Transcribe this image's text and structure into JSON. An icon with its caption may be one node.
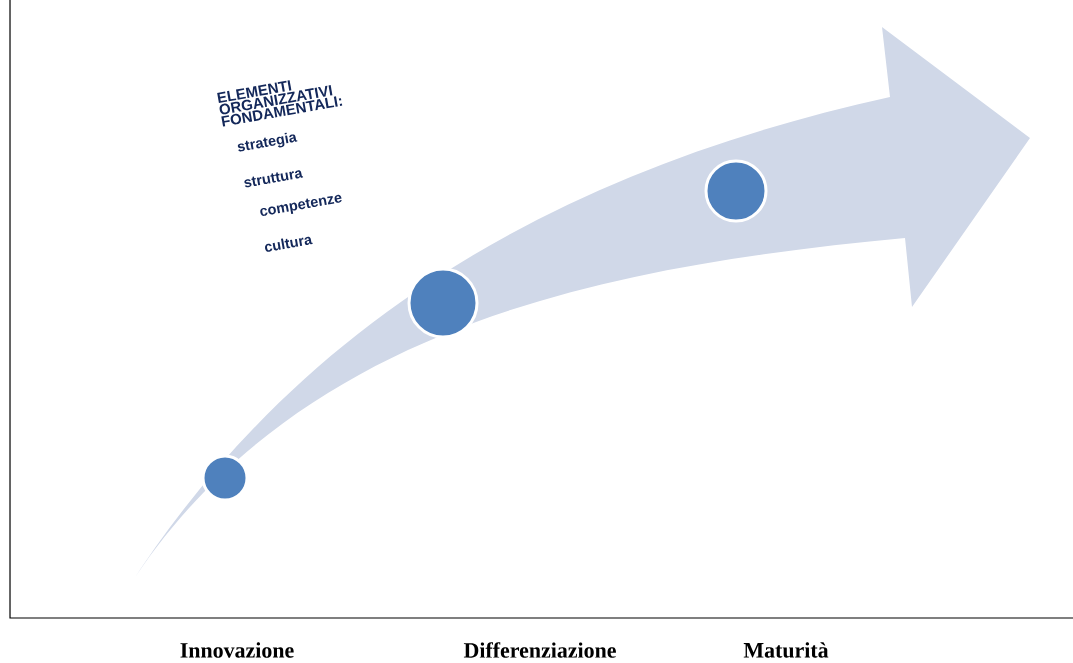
{
  "diagram": {
    "nodes": [
      {
        "text": [],
        "shape": "circle"
      },
      {
        "text": [],
        "shape": "circle"
      },
      {
        "text": [],
        "shape": "circle"
      }
    ],
    "labels": [
      "ELEMENTI ORGANIZZATIVI FONDAMENTALI:",
      "strategia",
      "struttura",
      "competenze",
      "cultura",
      "Innovazione",
      "Differenziazione",
      "Maturità"
    ]
  }
}
